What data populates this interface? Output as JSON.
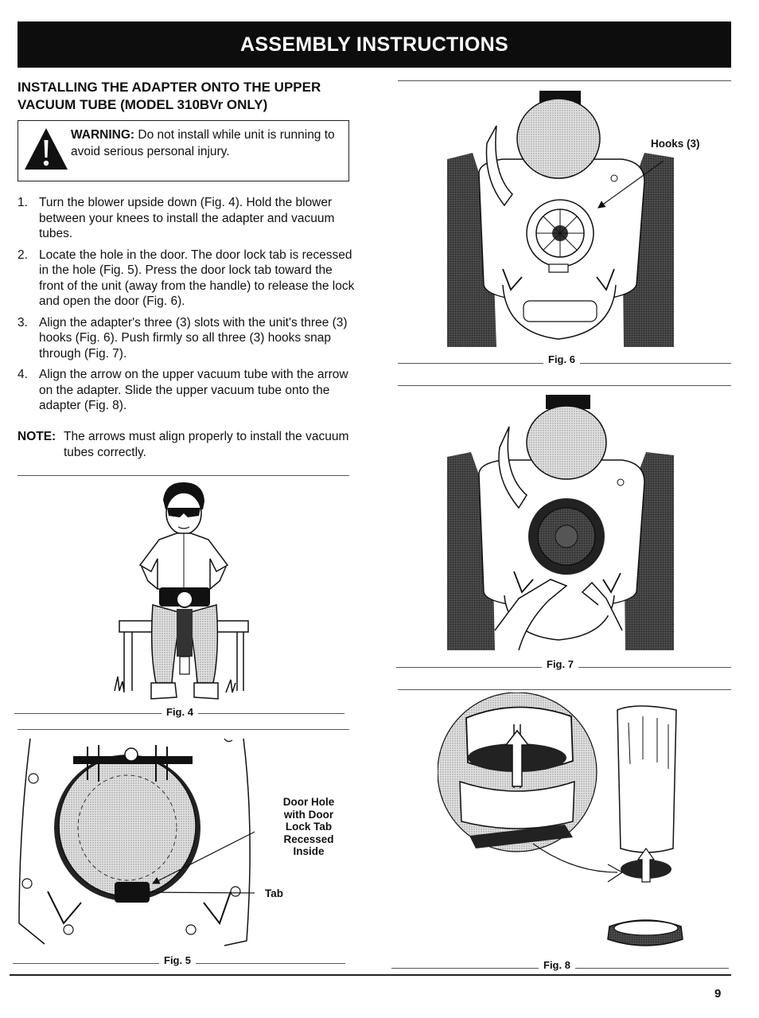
{
  "header": {
    "title": "ASSEMBLY INSTRUCTIONS"
  },
  "section": {
    "title": "INSTALLING THE ADAPTER ONTO THE UPPER VACUUM TUBE (MODEL 310BVr ONLY)"
  },
  "warning": {
    "label": "WARNING:",
    "text": "Do not install while unit is running to avoid serious personal injury."
  },
  "steps": [
    {
      "num": "1.",
      "text": "Turn the blower upside down (Fig. 4). Hold the blower between your knees to install the adapter and vacuum tubes."
    },
    {
      "num": "2.",
      "text": "Locate the hole in the door. The door lock tab is recessed in the hole (Fig. 5). Press the door lock tab toward the front of the unit (away from the handle) to release the lock and open the door (Fig. 6)."
    },
    {
      "num": "3.",
      "text": "Align the adapter's three (3) slots with the unit's three (3) hooks (Fig. 6). Push firmly so all three (3) hooks snap through (Fig. 7)."
    },
    {
      "num": "4.",
      "text": "Align the arrow on the upper vacuum tube with the arrow on the adapter. Slide the upper vacuum tube onto the adapter (Fig. 8)."
    }
  ],
  "note": {
    "label": "NOTE:",
    "text": "The arrows must align properly to install the vacuum tubes correctly."
  },
  "figures": {
    "fig4": {
      "caption": "Fig. 4"
    },
    "fig5": {
      "caption": "Fig. 5",
      "callout_hole": "Door Hole with Door Lock Tab Recessed Inside",
      "callout_tab": "Tab"
    },
    "fig6": {
      "caption": "Fig. 6",
      "callout_hooks": "Hooks (3)"
    },
    "fig7": {
      "caption": "Fig. 7"
    },
    "fig8": {
      "caption": "Fig. 8"
    }
  },
  "page": {
    "number": "9"
  }
}
